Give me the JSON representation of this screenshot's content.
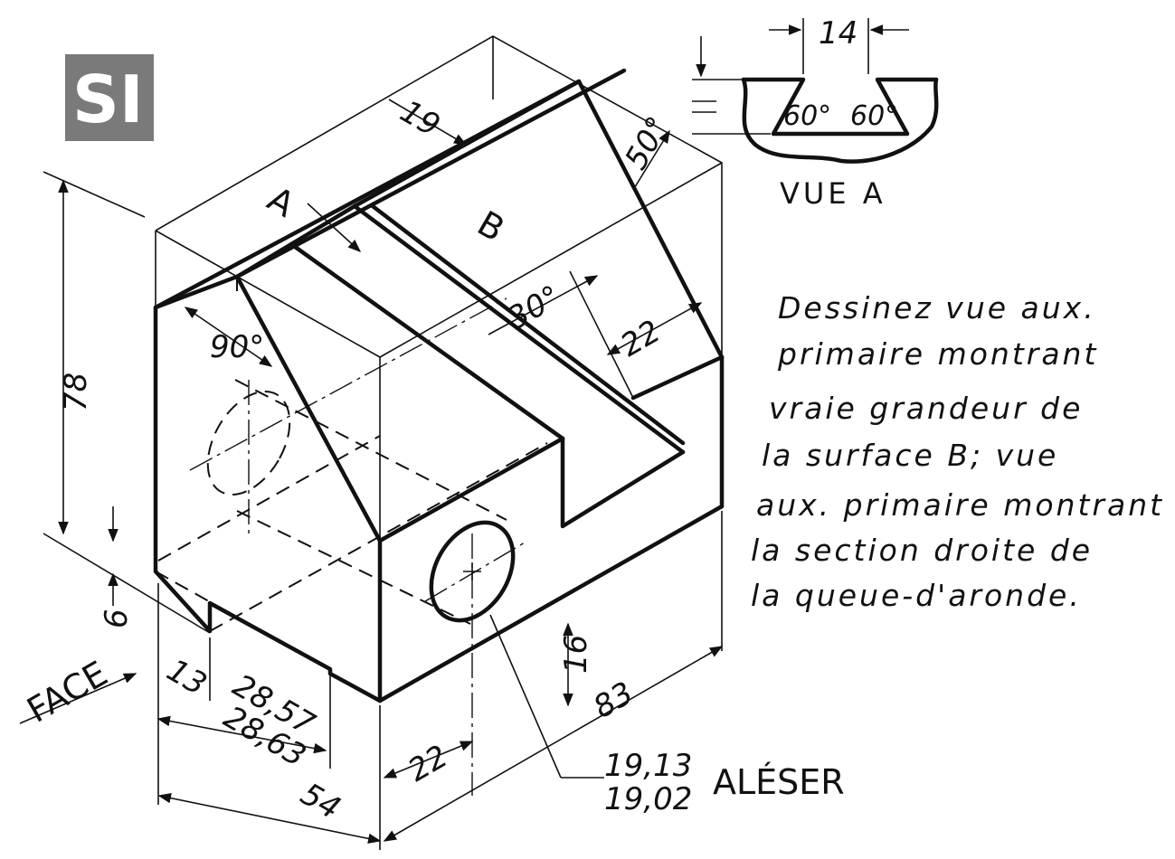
{
  "badge": "SI",
  "dimensions": {
    "d19": "19",
    "d50": "50°",
    "d30": "30°",
    "d22_top": "22",
    "d90": "90°",
    "d78": "78",
    "d6": "6",
    "d13": "13",
    "d28_57": "28,57",
    "d28_63": "28,63",
    "d54": "54",
    "d22_bottom": "22",
    "d16": "16",
    "d83": "83",
    "bore_max": "19,13",
    "bore_min": "19,02",
    "view_width": "14",
    "angle_left": "60°",
    "angle_right": "60°"
  },
  "labels": {
    "surface_a": "A",
    "surface_b": "B",
    "face": "FACE",
    "bore_note": "ALÉSER",
    "view_title": "VUE  A"
  },
  "instructions": [
    "Dessinez vue aux.",
    "primaire montrant",
    "vraie grandeur de",
    "la surface B; vue",
    "aux. primaire montrant",
    "la section droite de",
    "la queue-d'aronde."
  ]
}
